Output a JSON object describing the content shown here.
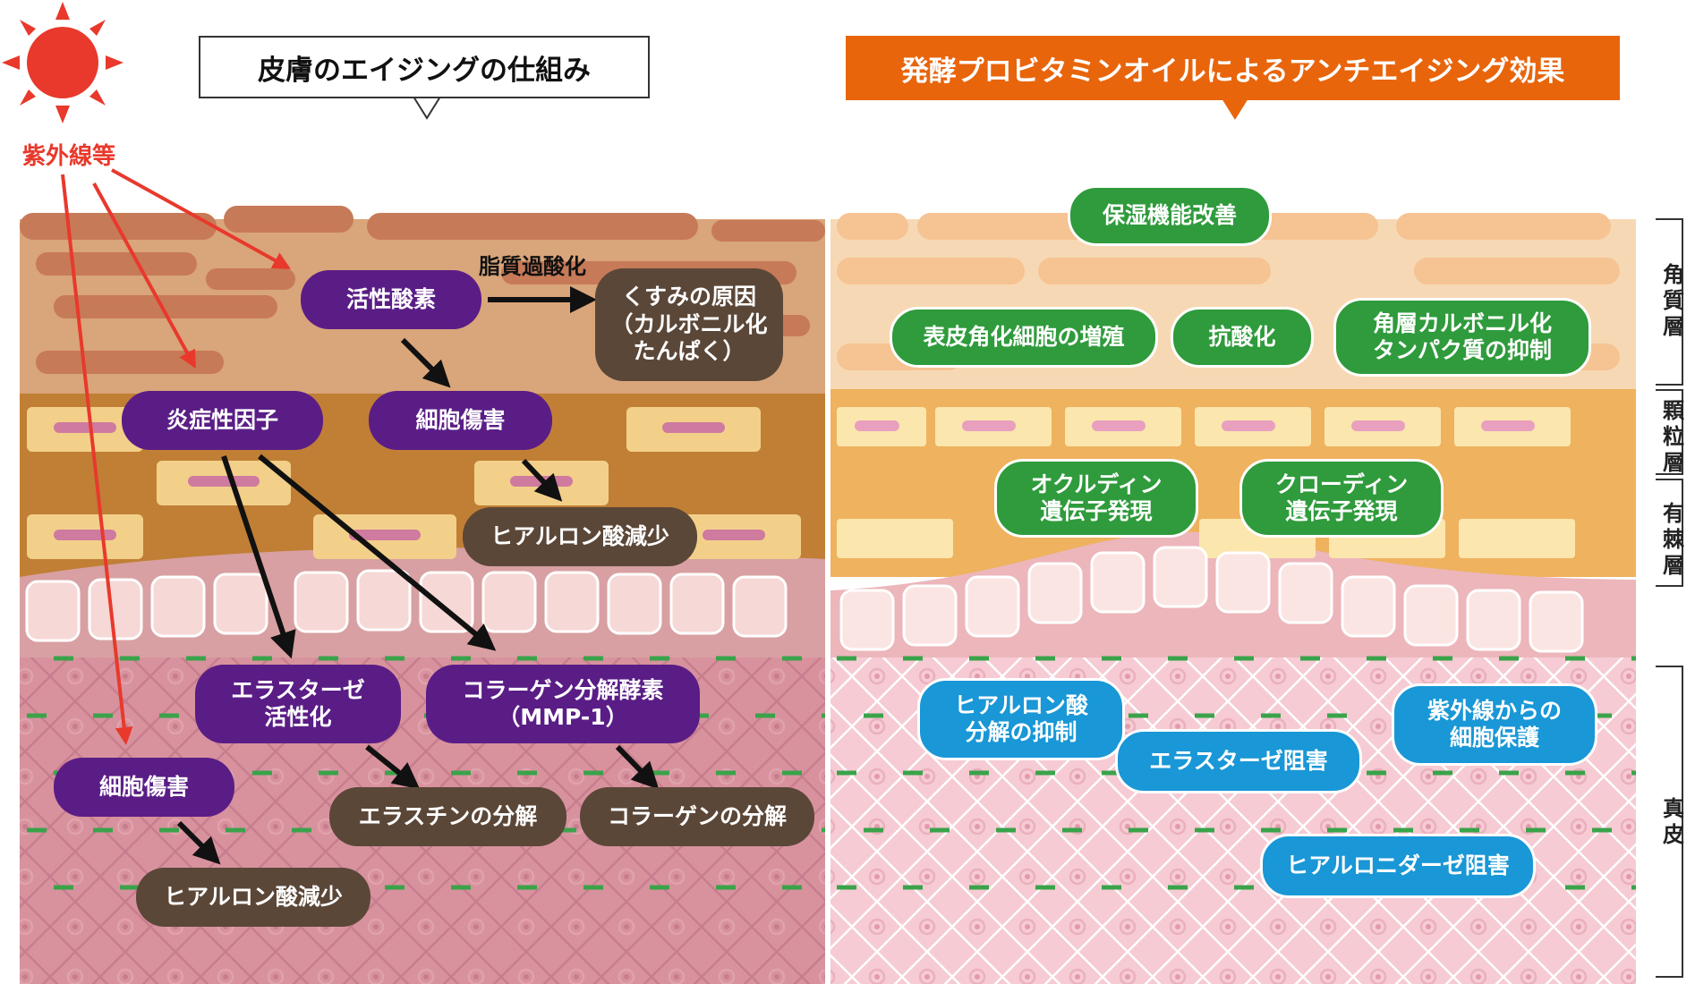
{
  "colors": {
    "uv_red": "#e8392c",
    "purple": "#5a1d86",
    "brown": "#5b4738",
    "green": "#2f9b3c",
    "blue": "#1997d6",
    "orange": "#e8650c"
  },
  "left": {
    "title": "皮膚のエイジングの仕組み",
    "uv_label": "紫外線等",
    "lipid_label": "脂質過酸化",
    "nodes": {
      "ros": "活性酸素",
      "dullness_1": "くすみの原因",
      "dullness_2": "（カルボニル化",
      "dullness_3": "たんぱく）",
      "inflammation": "炎症性因子",
      "cell_damage_upper": "細胞傷害",
      "hyaluronic_decrease_upper": "ヒアルロン酸減少",
      "elastase_1": "エラスターゼ",
      "elastase_2": "活性化",
      "mmp_1": "コラーゲン分解酵素",
      "mmp_2": "（MMP-1）",
      "cell_damage_lower": "細胞傷害",
      "elastin_breakdown": "エラスチンの分解",
      "collagen_breakdown": "コラーゲンの分解",
      "hyaluronic_decrease_lower": "ヒアルロン酸減少"
    }
  },
  "right": {
    "title": "発酵プロビタミンオイルによるアンチエイジング効果",
    "effects": {
      "moisture": "保湿機能改善",
      "proliferation": "表皮角化細胞の増殖",
      "antioxidant": "抗酸化",
      "carbonyl_1": "角層カルボニル化",
      "carbonyl_2": "タンパク質の抑制",
      "occludin_1": "オクルディン",
      "occludin_2": "遺伝子発現",
      "claudin_1": "クローディン",
      "claudin_2": "遺伝子発現",
      "ha_1": "ヒアルロン酸",
      "ha_2": "分解の抑制",
      "uv_protect_1": "紫外線からの",
      "uv_protect_2": "細胞保護",
      "elastase_inhibit": "エラスターゼ阻害",
      "hyaluronidase_inhibit": "ヒアルロニダーゼ阻害"
    }
  },
  "layers": {
    "stratum_corneum": "角質層",
    "granular": "顆粒層",
    "spinous": "有棘層",
    "dermis": "真皮"
  }
}
